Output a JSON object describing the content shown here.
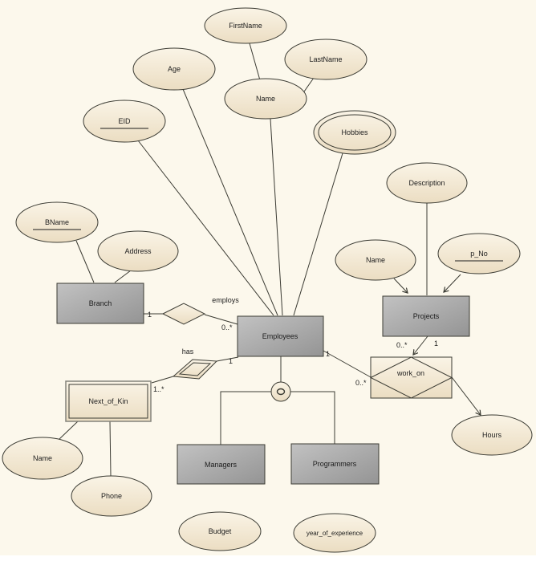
{
  "entities": {
    "branch": "Branch",
    "employees": "Employees",
    "projects": "Projects",
    "managers": "Managers",
    "programmers": "Programmers",
    "next_of_kin": "Next_of_Kin"
  },
  "relationships": {
    "employs": "employs",
    "has": "has",
    "work_on": "work_on"
  },
  "attributes": {
    "firstname": "FirstName",
    "lastname": "LastName",
    "name_employee": "Name",
    "age": "Age",
    "eid": "EID",
    "hobbies": "Hobbies",
    "description": "Description",
    "name_project": "Name",
    "p_no": "p_No",
    "hours": "Hours",
    "bname": "BName",
    "address": "Address",
    "name_next_of_kin": "Name",
    "phone": "Phone",
    "budget": "Budget",
    "year_of_experience": "year_of_experience"
  },
  "cardinalities": {
    "branch_employs": "1",
    "employs_employees": "0..*",
    "employees_has": "1",
    "has_next_of_kin": "1..*",
    "employees_work_on": "1",
    "work_on_employees": "0..*",
    "projects_work_on": "1",
    "work_on_projects": "0..*"
  },
  "colors": {
    "canvas_background": "#FCF8EC",
    "attribute_fill_top": "#FAF4E6",
    "attribute_fill_bottom": "#EBDDC2",
    "entity_fill_top": "#BFBFBF",
    "entity_fill_bottom": "#959595",
    "outline": "#3B3B33"
  }
}
